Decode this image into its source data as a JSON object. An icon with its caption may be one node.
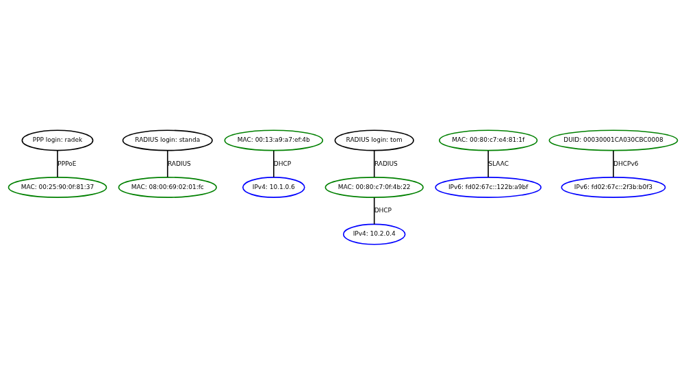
{
  "diagram": {
    "nodes": [
      {
        "text": [
          "PPP login: radek"
        ]
      },
      {
        "text": [
          "MAC: 00:25:90:0f:81:37"
        ]
      },
      {
        "text": [
          "RADIUS login: standa"
        ]
      },
      {
        "text": [
          "MAC: 08:00:69:02:01:fc"
        ]
      },
      {
        "text": [
          "MAC: 00:13:a9:a7:ef:4b"
        ]
      },
      {
        "text": [
          "IPv4: 10.1.0.6"
        ]
      },
      {
        "text": [
          "RADIUS login: tom"
        ]
      },
      {
        "text": [
          "MAC: 00:80:c7:0f:4b:22"
        ]
      },
      {
        "text": [
          "IPv4: 10.2.0.4"
        ]
      },
      {
        "text": [
          "MAC: 00:80:c7:e4:81:1f"
        ]
      },
      {
        "text": [
          "IPv6: fd02:67c::122b:a9bf"
        ]
      },
      {
        "text": [
          "DUID: 00030001CA030CBC0008"
        ]
      },
      {
        "text": [
          "IPv6: fd02:67c::2f3b:b0f3"
        ]
      }
    ],
    "edges": [
      {
        "from": 0,
        "to": 1,
        "arrow": "none",
        "label": "PPPoE"
      },
      {
        "from": 2,
        "to": 3,
        "arrow": "none",
        "label": "RADIUS"
      },
      {
        "from": 4,
        "to": 5,
        "arrow": "none",
        "label": "DHCP"
      },
      {
        "from": 6,
        "to": 7,
        "arrow": "none",
        "label": "RADIUS"
      },
      {
        "from": 7,
        "to": 8,
        "arrow": "none",
        "label": "DHCP"
      },
      {
        "from": 9,
        "to": 10,
        "arrow": "none",
        "label": "SLAAC"
      },
      {
        "from": 11,
        "to": 12,
        "arrow": "none",
        "label": "DHCPv6"
      }
    ]
  }
}
